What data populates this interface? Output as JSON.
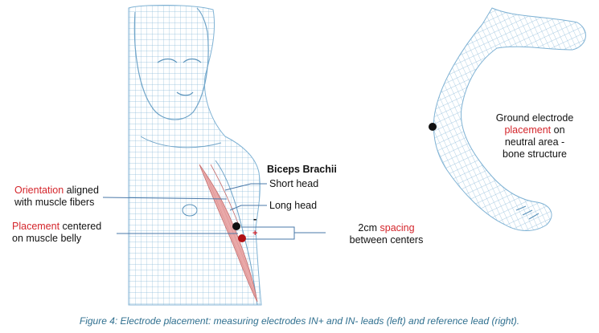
{
  "muscle_title": "Biceps Brachii",
  "short_head": "Short head",
  "long_head": "Long head",
  "orientation": {
    "highlight": "Orientation",
    "rest": " aligned",
    "line2": "with muscle fibers"
  },
  "placement": {
    "highlight": "Placement",
    "rest": " centered",
    "line2": "on muscle belly"
  },
  "spacing": {
    "line1_pre": "2cm ",
    "highlight": "spacing",
    "line2": "between centers"
  },
  "minus_sign": "-",
  "plus_sign": "+",
  "ground": {
    "line1": "Ground electrode",
    "highlight": "placement",
    "line2_rest": " on",
    "line3": "neutral area -",
    "line4": "bone structure"
  },
  "caption": "Figure 4: Electrode placement: measuring electrodes IN+ and IN- leads (left) and reference lead (right).",
  "colors": {
    "mesh": "#7fb2d4",
    "muscle": "#e9a9a9",
    "accent": "#d4252b",
    "dark_red": "#b01015",
    "line": "#4a78a8",
    "caption": "#2f6f8f"
  }
}
